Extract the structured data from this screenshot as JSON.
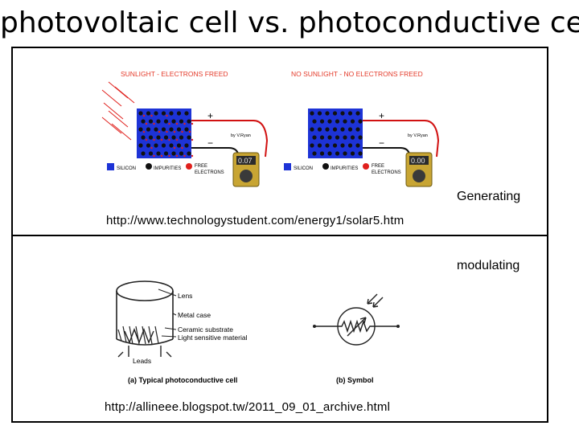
{
  "slide": {
    "title": "photovoltaic cell vs. photoconductive cell",
    "top_panel": {
      "label": "Generating",
      "url": "http://www.technologystudent.com/energy1/solar5.htm",
      "left_caption": "SUNLIGHT - ELECTRONS FREED",
      "right_caption": "NO SUNLIGHT - NO ELECTRONS FREED",
      "left_meter": "0.07",
      "right_meter": "0.00",
      "plus": "+",
      "minus": "−",
      "legend_silicon": "SILICON",
      "legend_impurities": "IMPURITIES",
      "legend_free": "FREE",
      "legend_electrons": "ELECTRONS",
      "credit": "by V.Ryan"
    },
    "bottom_panel": {
      "label": "modulating",
      "url": "http://allineee.blogspot.tw/2011_09_01_archive.html",
      "part_lens": "Lens",
      "part_metal_case": "Metal case",
      "part_ceramic": "Ceramic substrate",
      "part_light": "Light sensitive material",
      "part_leads": "Leads",
      "caption_a": "(a)  Typical  photoconductive cell",
      "caption_b": "(b)  Symbol"
    }
  },
  "colors": {
    "silicon": "#1d33d6",
    "impurity": "#111111",
    "electron": "#e0201c",
    "caption_red": "#e43a2a",
    "wire_red": "#d11111",
    "meter_body": "#c8a533"
  }
}
